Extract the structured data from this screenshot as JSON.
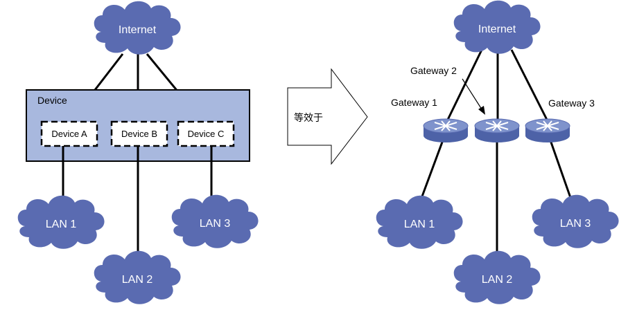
{
  "left": {
    "internet": "Internet",
    "group_label": "Device",
    "devices": [
      "Device A",
      "Device B",
      "Device C"
    ],
    "lans": [
      "LAN 1",
      "LAN 2",
      "LAN 3"
    ]
  },
  "arrow": {
    "label": "等效于"
  },
  "right": {
    "internet": "Internet",
    "gateways": [
      "Gateway 1",
      "Gateway 2",
      "Gateway 3"
    ],
    "lans": [
      "LAN 1",
      "LAN 2",
      "LAN 3"
    ]
  },
  "colors": {
    "cloud": "#5a6bb1",
    "device_group_fill": "#a8b8de",
    "router_top": "#7f93cc",
    "router_side": "#4d62a7",
    "line": "#000000"
  }
}
